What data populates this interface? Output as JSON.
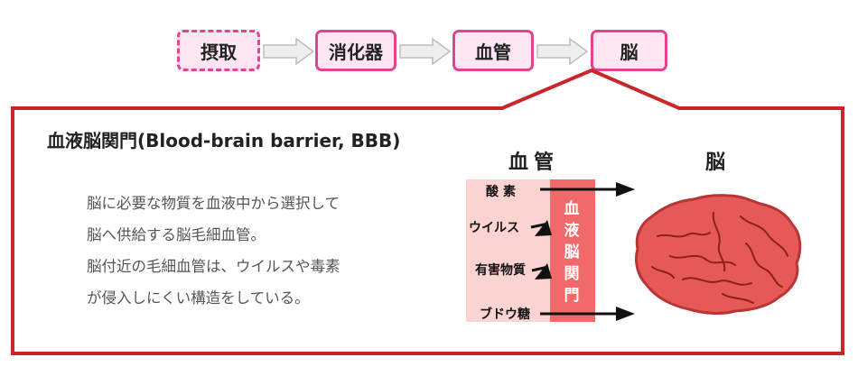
{
  "flow": {
    "steps": [
      "摂取",
      "消化器",
      "血管",
      "脳"
    ]
  },
  "panel": {
    "title": "血液脳関門(Blood-brain barrier, BBB)",
    "description": [
      "脳に必要な物質を血液中から選択して",
      "脳へ供給する脳毛細血管。",
      "脳付近の毛細血管は、ウイルスや毒素",
      "が侵入しにくい構造をしている。"
    ]
  },
  "diagram": {
    "vessel_heading": "血管",
    "brain_heading": "脳",
    "barrier_label": "血液脳関門",
    "substances": [
      {
        "name": "酸素",
        "passes": true
      },
      {
        "name": "ウイルス",
        "passes": false
      },
      {
        "name": "有害物質",
        "passes": false
      },
      {
        "name": "ブドウ糖",
        "passes": true
      }
    ]
  },
  "colors": {
    "accent_pink": "#e0458d",
    "step_fill": "#fde6f1",
    "panel_border": "#c8282a",
    "vessel_fill": "#fbd3d0",
    "barrier_fill": "#ef6a68",
    "brain_fill": "#e55a58"
  }
}
